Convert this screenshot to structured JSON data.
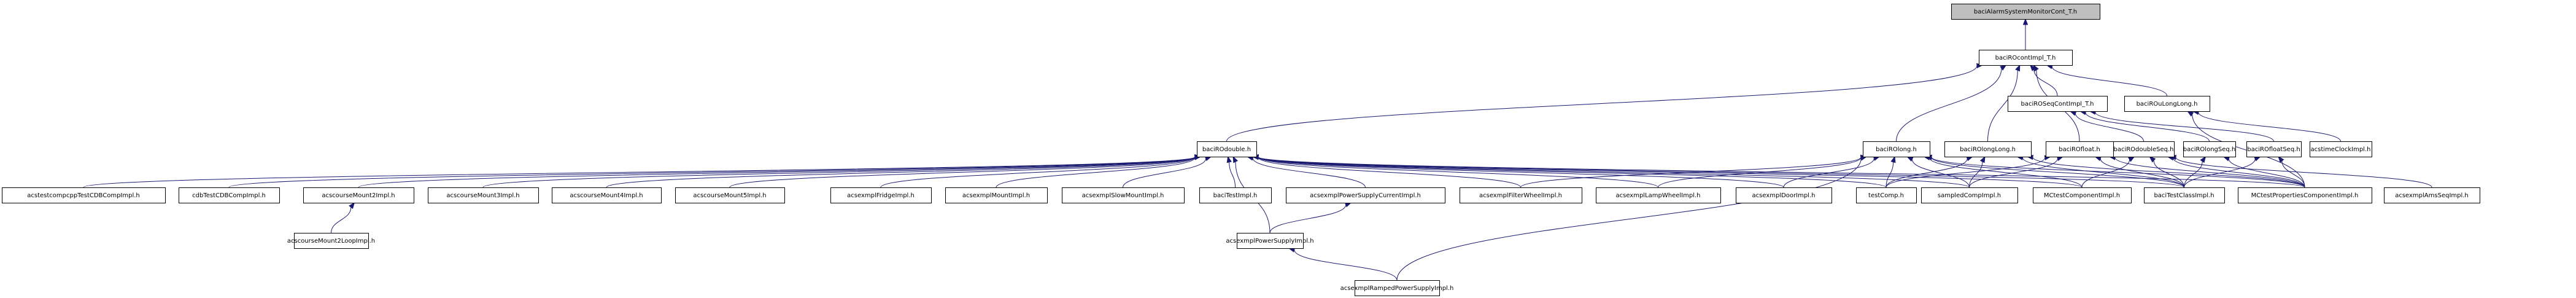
{
  "title": "baciAlarmSystemMonitorCont_T.h include dependency graph",
  "colors": {
    "edge": "#191970",
    "root_fill": "#bfbfbf",
    "node_fill": "#ffffff",
    "border": "#000000"
  },
  "nodes": [
    {
      "id": "n0",
      "label": "baciAlarmSystemMonitorCont_T.h",
      "root": true
    },
    {
      "id": "n1",
      "label": "baciROcontImpl_T.h"
    },
    {
      "id": "n2",
      "label": "baciROdouble.h"
    },
    {
      "id": "n3",
      "label": "acstestcompcppTestCDBCompImpl.h"
    },
    {
      "id": "n4",
      "label": "cdbTestCDBCompImpl.h"
    },
    {
      "id": "n5",
      "label": "acscourseMount2Impl.h"
    },
    {
      "id": "n6",
      "label": "acscourseMount2LoopImpl.h"
    },
    {
      "id": "n7",
      "label": "acscourseMount3Impl.h"
    },
    {
      "id": "n8",
      "label": "acscourseMount4Impl.h"
    },
    {
      "id": "n9",
      "label": "acscourseMount5Impl.h"
    },
    {
      "id": "n10",
      "label": "acsexmplFridgeImpl.h"
    },
    {
      "id": "n11",
      "label": "acsexmplMountImpl.h"
    },
    {
      "id": "n12",
      "label": "acsexmplSlowMountImpl.h"
    },
    {
      "id": "n13",
      "label": "baciTestImpl.h"
    },
    {
      "id": "n14",
      "label": "acsexmplPowerSupplyCurrentImpl.h"
    },
    {
      "id": "n15",
      "label": "acsexmplPowerSupplyImpl.h"
    },
    {
      "id": "n16",
      "label": "acsexmplRampedPowerSupplyImpl.h"
    },
    {
      "id": "n17",
      "label": "acsexmplFilterWheelImpl.h"
    },
    {
      "id": "n18",
      "label": "acsexmplLampWheelImpl.h"
    },
    {
      "id": "n19",
      "label": "acsexmplDoorImpl.h"
    },
    {
      "id": "n20",
      "label": "testComp.h"
    },
    {
      "id": "n21",
      "label": "sampledCompImpl.h"
    },
    {
      "id": "n22",
      "label": "MCtestComponentImpl.h"
    },
    {
      "id": "n23",
      "label": "baciTestClassImpl.h"
    },
    {
      "id": "n24",
      "label": "MCtestPropertiesComponentImpl.h"
    },
    {
      "id": "n25",
      "label": "baciROlong.h"
    },
    {
      "id": "n26",
      "label": "baciROlongLong.h"
    },
    {
      "id": "n27",
      "label": "baciROfloat.h"
    },
    {
      "id": "n28",
      "label": "baciROSeqContImpl_T.h"
    },
    {
      "id": "n29",
      "label": "baciROdoubleSeq.h"
    },
    {
      "id": "n30",
      "label": "baciROlongSeq.h"
    },
    {
      "id": "n31",
      "label": "baciROfloatSeq.h"
    },
    {
      "id": "n32",
      "label": "baciROuLongLong.h"
    },
    {
      "id": "n33",
      "label": "acstimeClockImpl.h"
    },
    {
      "id": "n34",
      "label": "acsexmplAmsSeqImpl.h"
    }
  ],
  "edges": [
    [
      "n1",
      "n0"
    ],
    [
      "n2",
      "n1"
    ],
    [
      "n25",
      "n1"
    ],
    [
      "n26",
      "n1"
    ],
    [
      "n27",
      "n1"
    ],
    [
      "n28",
      "n1"
    ],
    [
      "n32",
      "n1"
    ],
    [
      "n29",
      "n28"
    ],
    [
      "n30",
      "n28"
    ],
    [
      "n31",
      "n28"
    ],
    [
      "n33",
      "n32"
    ],
    [
      "n24",
      "n32"
    ],
    [
      "n3",
      "n2"
    ],
    [
      "n4",
      "n2"
    ],
    [
      "n5",
      "n2"
    ],
    [
      "n7",
      "n2"
    ],
    [
      "n8",
      "n2"
    ],
    [
      "n9",
      "n2"
    ],
    [
      "n10",
      "n2"
    ],
    [
      "n11",
      "n2"
    ],
    [
      "n12",
      "n2"
    ],
    [
      "n13",
      "n2"
    ],
    [
      "n14",
      "n2"
    ],
    [
      "n15",
      "n2"
    ],
    [
      "n17",
      "n2"
    ],
    [
      "n18",
      "n2"
    ],
    [
      "n19",
      "n2"
    ],
    [
      "n20",
      "n2"
    ],
    [
      "n21",
      "n2"
    ],
    [
      "n22",
      "n2"
    ],
    [
      "n23",
      "n2"
    ],
    [
      "n24",
      "n2"
    ],
    [
      "n6",
      "n5"
    ],
    [
      "n15",
      "n14"
    ],
    [
      "n16",
      "n15"
    ],
    [
      "n16",
      "n25"
    ],
    [
      "n17",
      "n25"
    ],
    [
      "n18",
      "n25"
    ],
    [
      "n19",
      "n25"
    ],
    [
      "n20",
      "n25"
    ],
    [
      "n21",
      "n25"
    ],
    [
      "n22",
      "n25"
    ],
    [
      "n23",
      "n25"
    ],
    [
      "n24",
      "n25"
    ],
    [
      "n20",
      "n26"
    ],
    [
      "n21",
      "n26"
    ],
    [
      "n23",
      "n26"
    ],
    [
      "n24",
      "n26"
    ],
    [
      "n20",
      "n27"
    ],
    [
      "n21",
      "n27"
    ],
    [
      "n23",
      "n27"
    ],
    [
      "n24",
      "n27"
    ],
    [
      "n22",
      "n29"
    ],
    [
      "n23",
      "n29"
    ],
    [
      "n24",
      "n29"
    ],
    [
      "n34",
      "n29"
    ],
    [
      "n23",
      "n30"
    ],
    [
      "n24",
      "n30"
    ],
    [
      "n23",
      "n31"
    ],
    [
      "n24",
      "n31"
    ]
  ]
}
